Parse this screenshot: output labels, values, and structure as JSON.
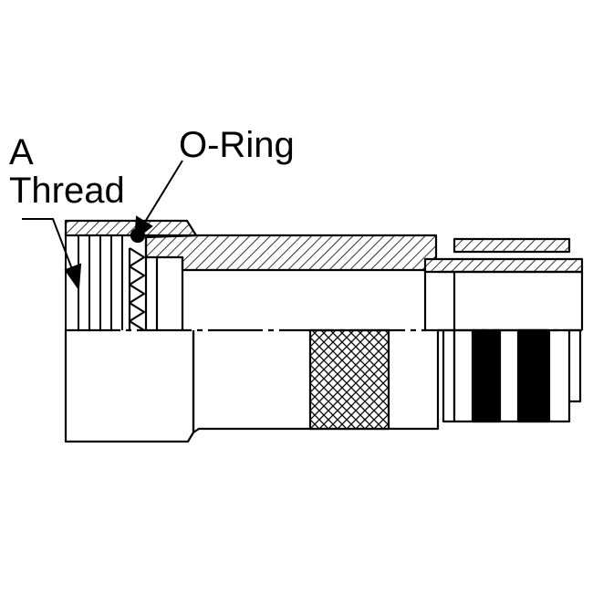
{
  "labels": {
    "a_thread_line1": "A",
    "a_thread_line2": "Thread",
    "o_ring": "O-Ring"
  },
  "colors": {
    "ink": "#000000",
    "paper": "#ffffff"
  }
}
